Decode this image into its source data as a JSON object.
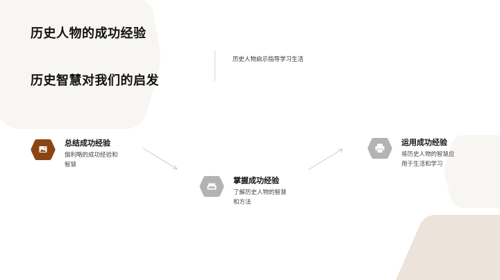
{
  "slide": {
    "title": "历史人物的成功经验",
    "heading": "历史智慧对我们的启发",
    "subtitle": "历史人物启示指导学习生活"
  },
  "steps": [
    {
      "title": "总结成功经验",
      "desc": "伽利略的成功经验和智慧",
      "icon": "image-icon",
      "color": "#8b4513"
    },
    {
      "title": "掌握成功经验",
      "desc": "了解历史人物的智慧和方法",
      "icon": "sofa-icon",
      "color": "#b3b3b3"
    },
    {
      "title": "运用成功经验",
      "desc": "将历史人物的智慧应用于生活和学习",
      "icon": "printer-icon",
      "color": "#b3b3b3"
    }
  ],
  "colors": {
    "accent": "#8b4513",
    "neutral_icon": "#b3b3b3",
    "bg_shape_light": "#f8f6f3",
    "bg_shape_beige": "#ece3da"
  }
}
